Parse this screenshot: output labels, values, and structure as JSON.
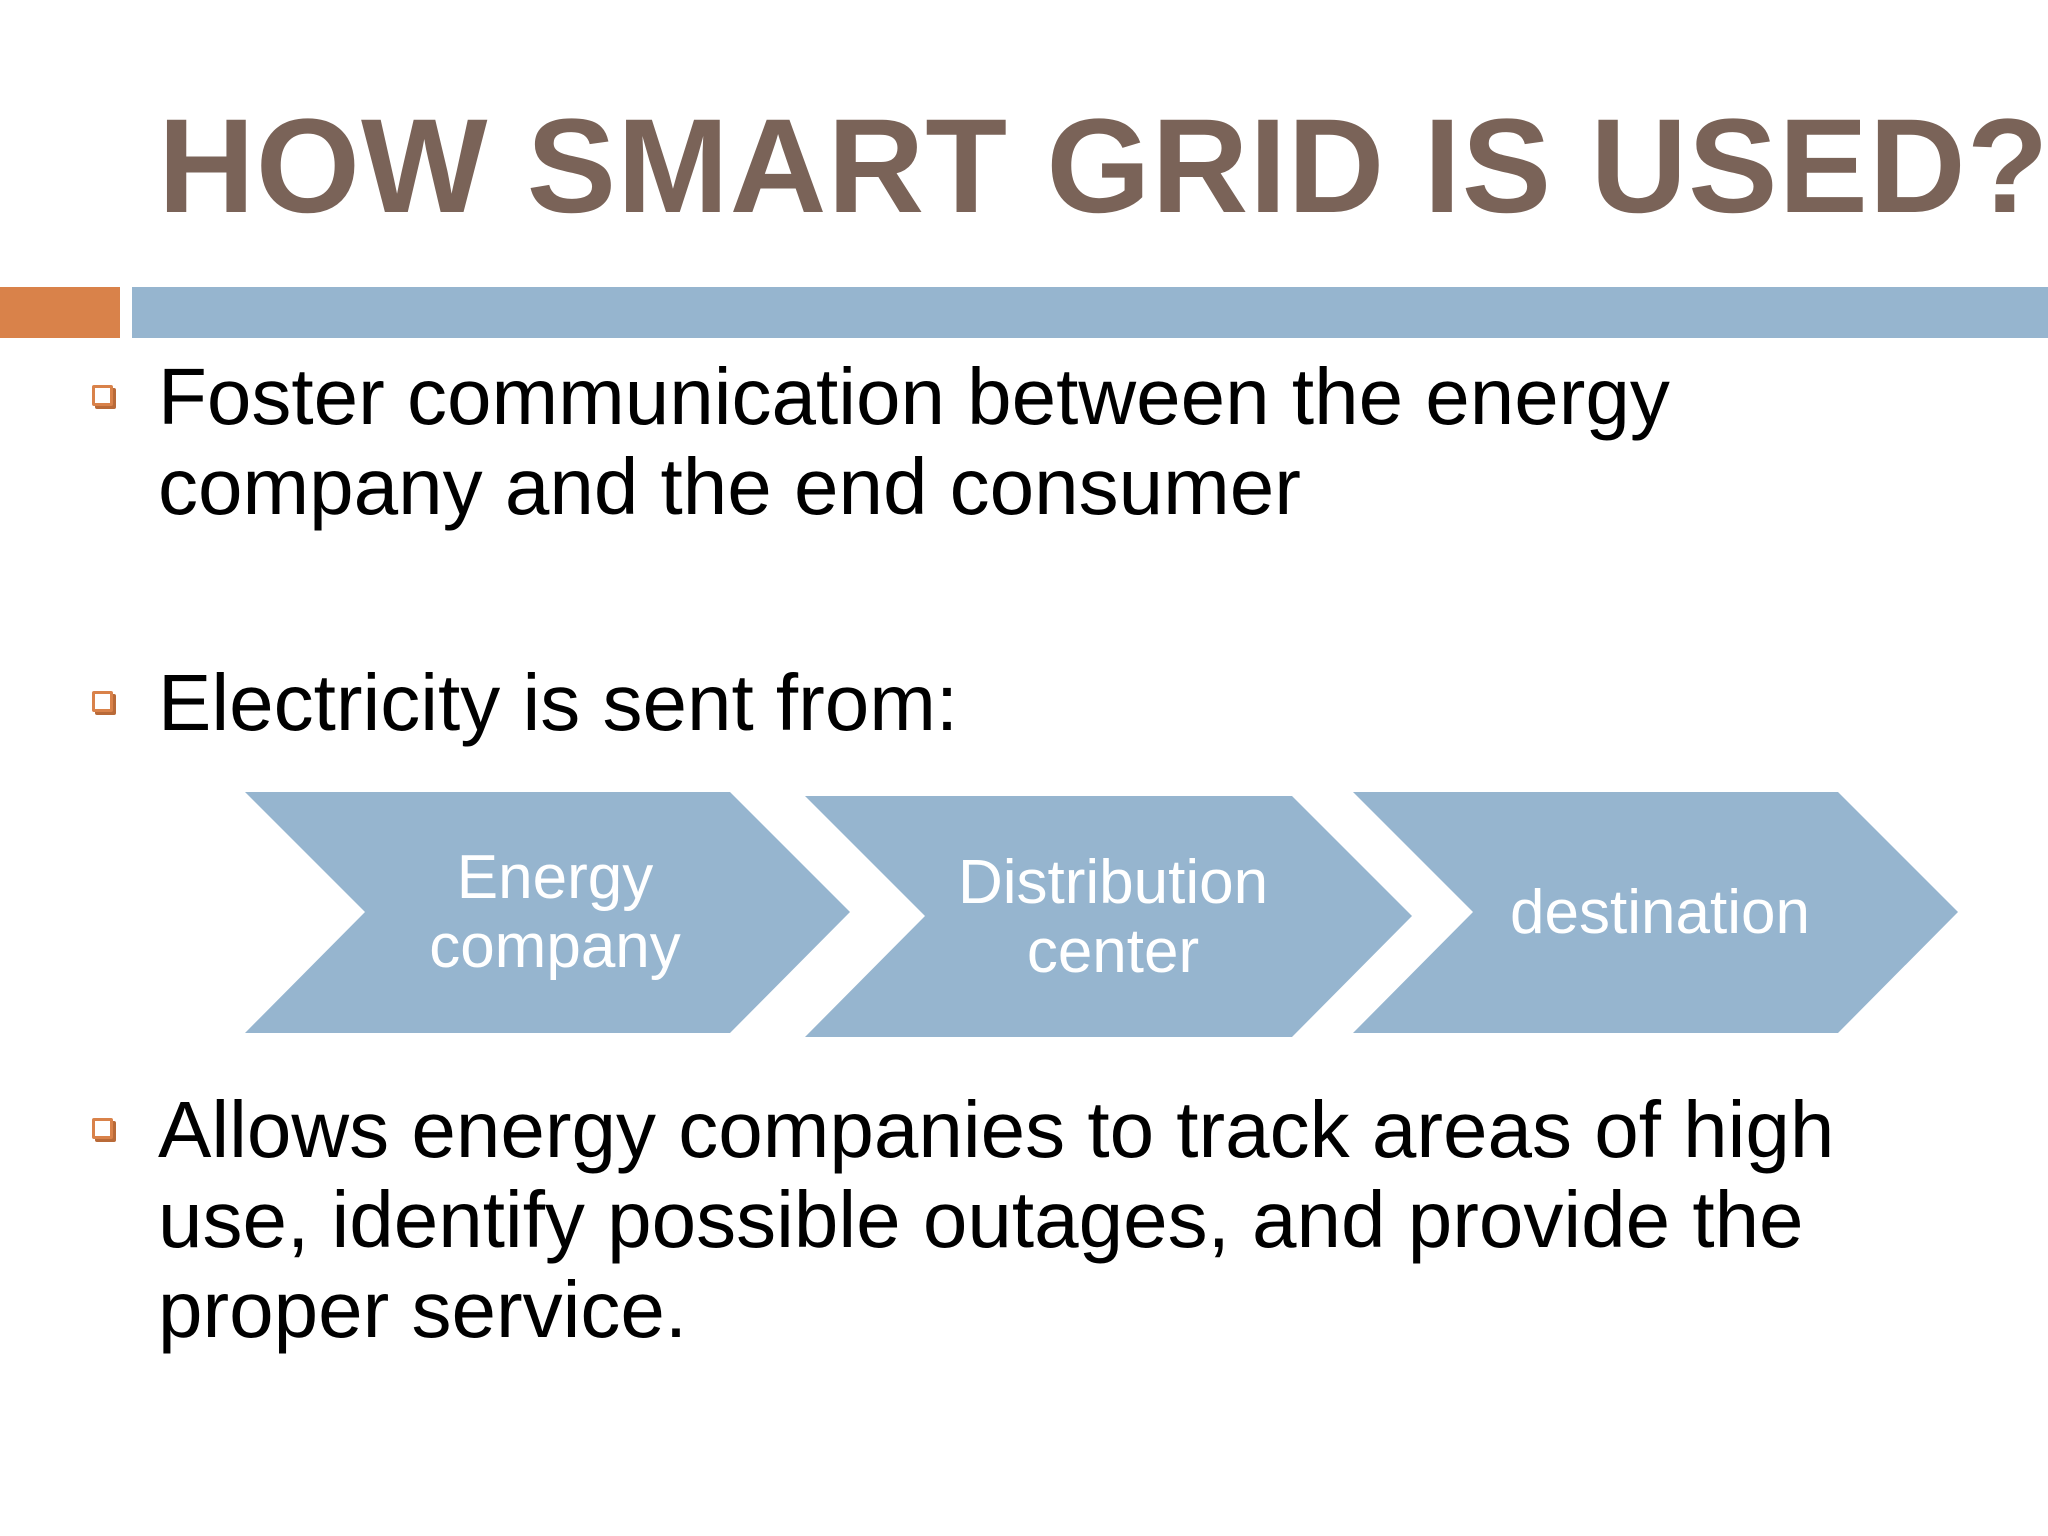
{
  "slide": {
    "title": "HOW SMART GRID IS USED?",
    "bullets": [
      {
        "text": "Foster communication between the energy company and the end consumer"
      },
      {
        "text": "Electricity is sent from:"
      },
      {
        "text": "Allows energy companies to track areas of high use, identify possible outages, and provide the proper service."
      }
    ],
    "process_steps": [
      {
        "lines": [
          "Energy",
          "company"
        ]
      },
      {
        "lines": [
          "Distribution",
          "center"
        ]
      },
      {
        "lines": [
          "destination"
        ]
      }
    ],
    "colors": {
      "title": "#7a6358",
      "accent": "#d9824a",
      "rule": "#96b5cf",
      "chevron": "#96b5cf",
      "chevron_text": "#ffffff",
      "body_text": "#000000"
    },
    "icons": {
      "bullet": "checkbox-bullet-icon",
      "step": "chevron-arrow-shape"
    }
  }
}
